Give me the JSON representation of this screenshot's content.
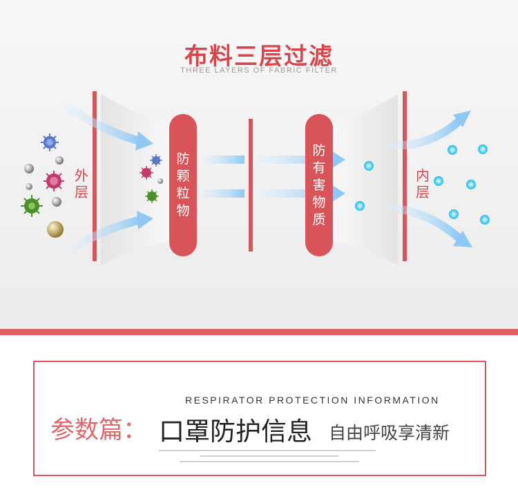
{
  "header": {
    "title": "布料三层过滤",
    "subtitle": "THREE LAYERS OF FABRIC FILTER"
  },
  "diagram": {
    "outer_label": [
      "外",
      "层"
    ],
    "inner_label": [
      "内",
      "层"
    ],
    "particle_filter": [
      "防",
      "颗",
      "粒",
      "物"
    ],
    "harmful_filter": [
      "防",
      "有",
      "害",
      "物",
      "质"
    ]
  },
  "info": {
    "english_heading": "RESPIRATOR PROTECTION INFORMATION",
    "prefix": "参数篇：",
    "main": "口罩防护信息",
    "tagline": "自由呼吸享清新"
  },
  "colors": {
    "accent": "#d95458",
    "arrow": "#a8d4f5",
    "particle_blue": "#3cc8ea"
  }
}
